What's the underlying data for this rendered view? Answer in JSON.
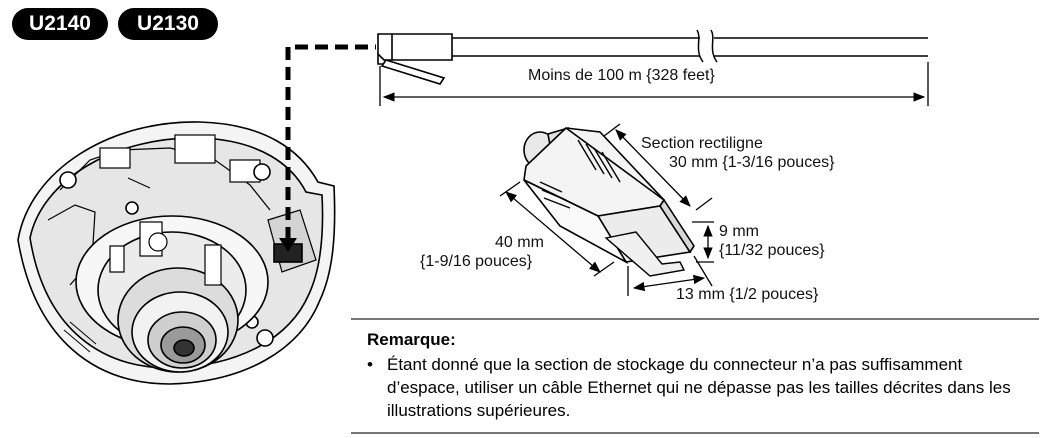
{
  "models": [
    "U2140",
    "U2130"
  ],
  "cable": {
    "length_label": "Moins de 100 m {328 feet}"
  },
  "connector": {
    "section_label_line1": "Section rectiligne",
    "section_label_line2": "30 mm {1-3/16 pouces}",
    "length_line1": "40 mm",
    "length_line2": "{1-9/16 pouces}",
    "height_line1": "9 mm",
    "height_line2": "{11/32 pouces}",
    "width_label": "13 mm {1/2 pouces}"
  },
  "note": {
    "title": "Remarque:",
    "bullet": "•",
    "text": "Étant donné que la section de stockage du connecteur n’a pas suffisamment d’espace, utiliser un câble Ethernet qui ne dépasse pas les tailles décrites dans les illustrations supérieures."
  }
}
